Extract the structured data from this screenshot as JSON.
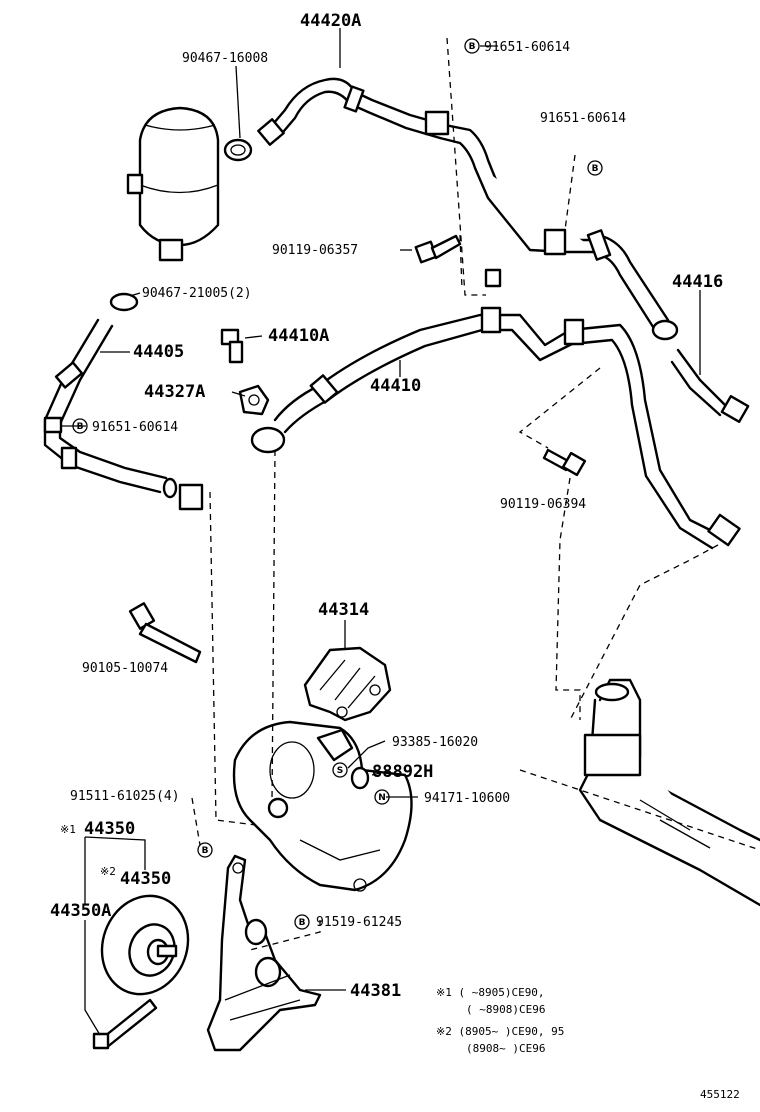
{
  "parts": {
    "p44420a": "44420A",
    "p90467_16008": "90467-16008",
    "p91651_top1": "91651-60614",
    "p91651_top2": "91651-60614",
    "p90119_06357": "90119-06357",
    "p44416": "44416",
    "p90467_21005": "90467-21005(2)",
    "p44410a": "44410A",
    "p44405": "44405",
    "p44327a": "44327A",
    "p44410": "44410",
    "p91651_left": "91651-60614",
    "p90119_06394": "90119-06394",
    "p90105_10074": "90105-10074",
    "p44314": "44314",
    "p93385_16020": "93385-16020",
    "p88892h": "88892H",
    "p94171_10600": "94171-10600",
    "p91511_61025": "91511-61025(4)",
    "p44350_1": "44350",
    "p44350_2": "44350",
    "p44350a": "44350A",
    "p91519_61245": "91519-61245",
    "p44381": "44381"
  },
  "marks": {
    "ref1": "※1",
    "ref2": "※2",
    "b": "B",
    "s": "S",
    "n": "N"
  },
  "notes": {
    "n1_line1": "※1 (    ~8905)CE90,",
    "n1_line2": "(    ~8908)CE96",
    "n2_line1": "※2 (8905~    )CE90, 95",
    "n2_line2": "(8908~    )CE96"
  },
  "figure_number": "455122"
}
